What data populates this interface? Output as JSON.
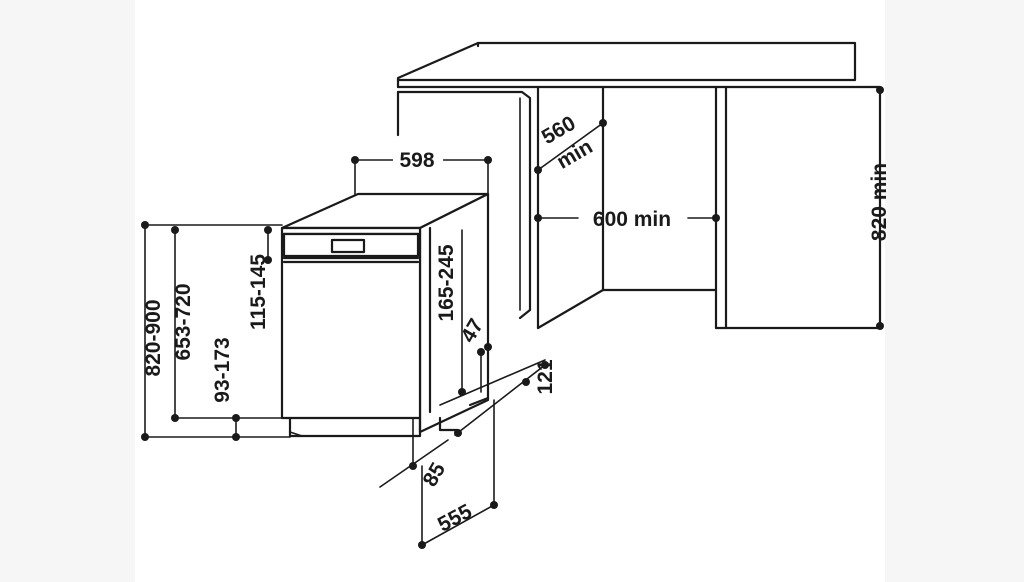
{
  "dimensions": {
    "appliance_width": "598",
    "niche_depth": "560",
    "niche_depth_unit": "min",
    "niche_width": "600 min",
    "niche_height": "820 min",
    "total_height": "820-900",
    "door_height": "653-720",
    "plinth_height": "93-173",
    "panel_gap": "115-145",
    "side_gap": "165-245",
    "depth_offset": "47",
    "foot_depth": "121",
    "front_offset": "85",
    "appliance_depth": "555"
  }
}
